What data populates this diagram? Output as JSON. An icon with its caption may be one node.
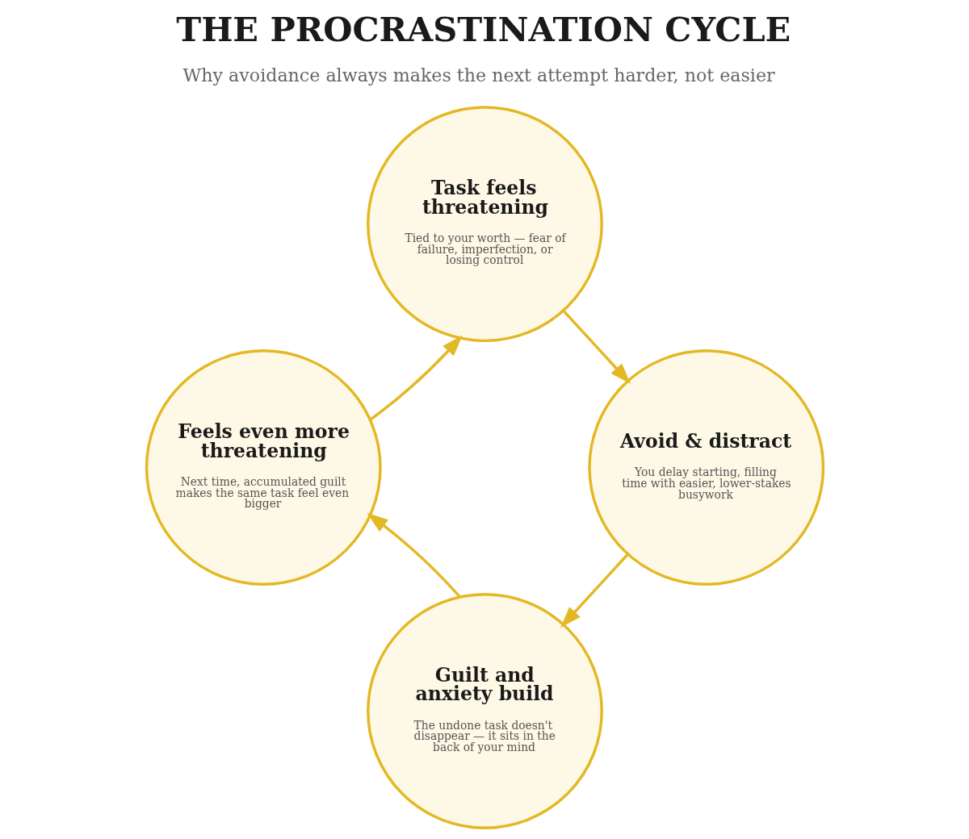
{
  "diagram": {
    "title": "THE PROCRASTINATION CYCLE",
    "nodes": [
      {
        "text": [
          "Task feels threatening",
          "Tied to your worth — fear of failure, imperfection, or losing control"
        ]
      },
      {
        "text": [
          "Avoid & distract",
          "You delay starting, filling time with easier, lower-stakes busywork"
        ]
      },
      {
        "text": [
          "Guilt and anxiety build",
          "The undone task doesn't disappear — it sits in the back of your mind"
        ]
      },
      {
        "text": [
          "Feels even more threatening",
          "Next time, accumulated guilt makes the same task feel even bigger"
        ]
      }
    ],
    "edges": [
      {
        "from": 3,
        "to": 0,
        "arrow": "to"
      },
      {
        "from": 0,
        "to": 1,
        "arrow": "to"
      },
      {
        "from": 1,
        "to": 2,
        "arrow": "to"
      },
      {
        "from": 2,
        "to": 3,
        "arrow": "to"
      }
    ],
    "labels": [
      "Why avoidance always makes the next attempt harder, not easier"
    ]
  }
}
